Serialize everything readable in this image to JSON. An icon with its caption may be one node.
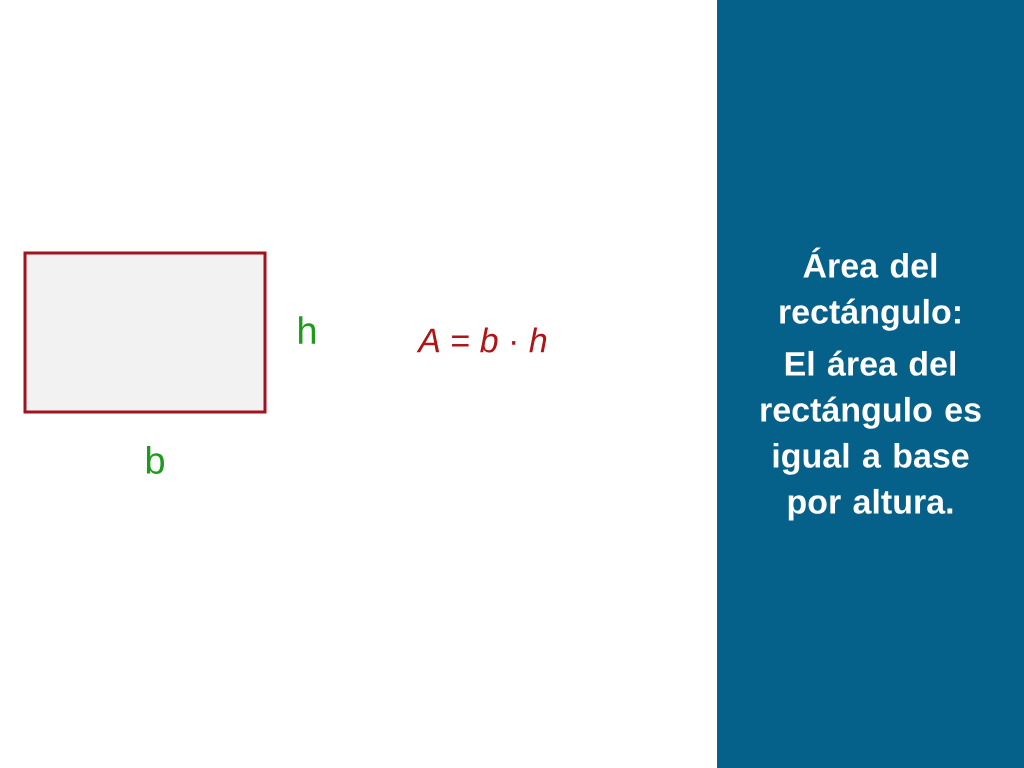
{
  "diagram": {
    "nodes": [
      {
        "text": [],
        "shape": "box"
      },
      {
        "text": [
          "Área del rectángulo:",
          "El área del rectángulo es igual a base por altura."
        ]
      }
    ],
    "labels": [
      "h",
      "b",
      "*A* = *b* · *h*"
    ]
  }
}
